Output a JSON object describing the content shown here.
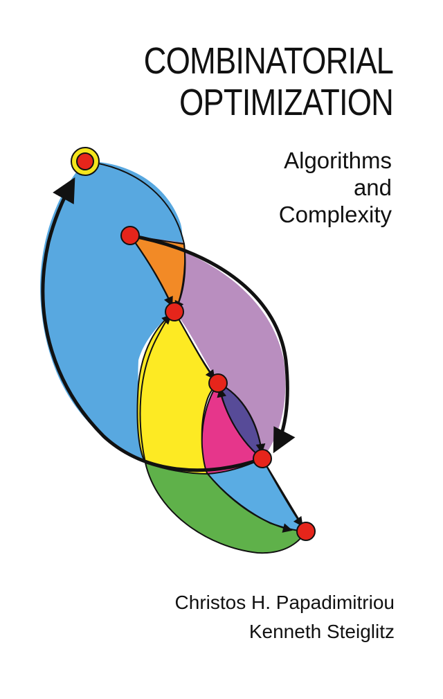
{
  "cover": {
    "title_lines": [
      "COMBINATORIAL",
      "OPTIMIZATION"
    ],
    "subtitle_lines": [
      "Algorithms",
      "and",
      "Complexity"
    ],
    "authors": [
      "Christos H. Papadimitriou",
      "Kenneth Steiglitz"
    ]
  },
  "colors": {
    "background": "#ffffff",
    "text": "#111111",
    "blue": "#58a8e0",
    "orange": "#f28a26",
    "lavender": "#b98ebf",
    "yellow": "#fdea23",
    "magenta": "#e6368b",
    "indigo": "#574b98",
    "green": "#5fb14a",
    "light_blue": "#5aace3",
    "node_red": "#e6251b",
    "start_ring": "#f5e51d"
  }
}
